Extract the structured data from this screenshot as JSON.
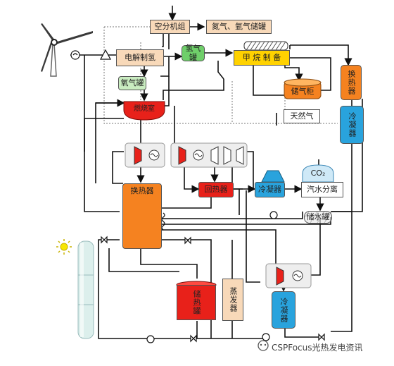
{
  "colors": {
    "peach": "#f8d9b9",
    "green_light": "#c9ecc0",
    "green": "#6fcf6a",
    "yellow": "#ffd200",
    "orange": "#f58220",
    "red": "#e8211a",
    "blue": "#29a3dd",
    "grey": "#e6e6e6"
  },
  "labels": {
    "air_separation": "空分机组",
    "nitrogen_argon_tank": "氮气、氩气储罐",
    "electrolysis": "电解制氢",
    "hydrogen_tank": "氢气罐",
    "methane_prep": "甲 烷 制 备",
    "oxygen_tank": "氧气罐",
    "gas_holder": "储气柜",
    "natural_gas": "天然气",
    "combustion": "燃烧室",
    "heat_exchanger_top": "换热器",
    "condenser_top": "冷凝器",
    "heat_exchanger_main": "换热器",
    "regenerator": "回热器",
    "condenser_mid": "冷凝器",
    "co2": "CO₂",
    "separation": "汽水分离",
    "storage_tank": "储水罐",
    "heat_storage": "储热罐",
    "evaporator": "蒸发器",
    "condenser_low": "冷凝器"
  },
  "watermark": "CSPFocus光热发电资讯"
}
